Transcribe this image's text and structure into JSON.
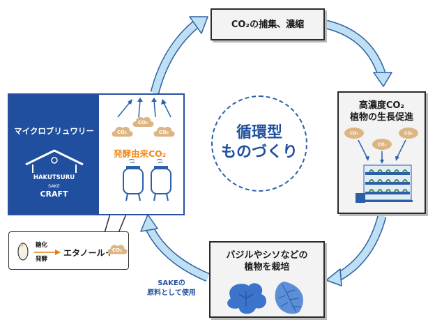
{
  "center": {
    "title_line1": "循環型",
    "title_line2": "ものづくり"
  },
  "steps": {
    "top": {
      "label": "CO₂の捕集、濃縮"
    },
    "right": {
      "label_line1": "高濃度CO₂",
      "label_line2": "植物の生長促進"
    },
    "bottom": {
      "label_line1": "バジルやシソなどの",
      "label_line2": "植物を栽培"
    }
  },
  "brewery": {
    "label": "マイクロブリュワリー",
    "logo_brand": "HAKUTSURU",
    "logo_sake": "SAKE",
    "logo_craft": "CRAFT",
    "fermentation_label": "発酵由来CO₂"
  },
  "co2_cloud_label": "CO₂",
  "callout": {
    "koji_label": "糖化",
    "ferment_label": "発酵",
    "ethanol_text": "エタノール＋"
  },
  "sake_use": {
    "line1": "SAKEの",
    "line2": "原料として使用"
  },
  "colors": {
    "brand_blue": "#1f4f9e",
    "arrow_fill": "#bfe0f2",
    "arrow_stroke": "#2b5fa8",
    "accent_orange": "#f08c1c",
    "cloud_fill": "#dcb582"
  },
  "icons": [
    "cycle-arrow-icon",
    "co2-cloud-icon",
    "fermentation-tank-icon",
    "vertical-farm-icon",
    "leaf-icon",
    "rice-grain-icon",
    "sake-brewery-roof-icon"
  ]
}
